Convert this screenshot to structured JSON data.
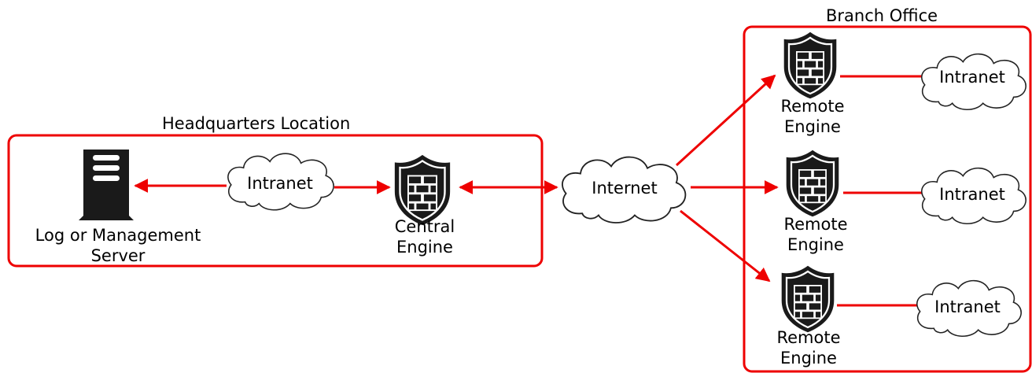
{
  "headquarters": {
    "title": "Headquarters Location",
    "log_server": {
      "icon": "server-icon",
      "label_line1": "Log or Management",
      "label_line2": "Server"
    },
    "intranet": {
      "icon": "cloud-icon",
      "label": "Intranet"
    },
    "central_engine": {
      "icon": "firewall-shield-icon",
      "label_line1": "Central",
      "label_line2": "Engine"
    }
  },
  "internet": {
    "icon": "cloud-icon",
    "label": "Internet"
  },
  "branch": {
    "title": "Branch Office",
    "engines": [
      {
        "icon": "firewall-shield-icon",
        "label_line1": "Remote",
        "label_line2": "Engine",
        "intranet_label": "Intranet"
      },
      {
        "icon": "firewall-shield-icon",
        "label_line1": "Remote",
        "label_line2": "Engine",
        "intranet_label": "Intranet"
      },
      {
        "icon": "firewall-shield-icon",
        "label_line1": "Remote",
        "label_line2": "Engine",
        "intranet_label": "Intranet"
      }
    ]
  },
  "colors": {
    "accent": "#ee0000",
    "icon": "#1a1a1a",
    "cloud_stroke": "#222222"
  }
}
